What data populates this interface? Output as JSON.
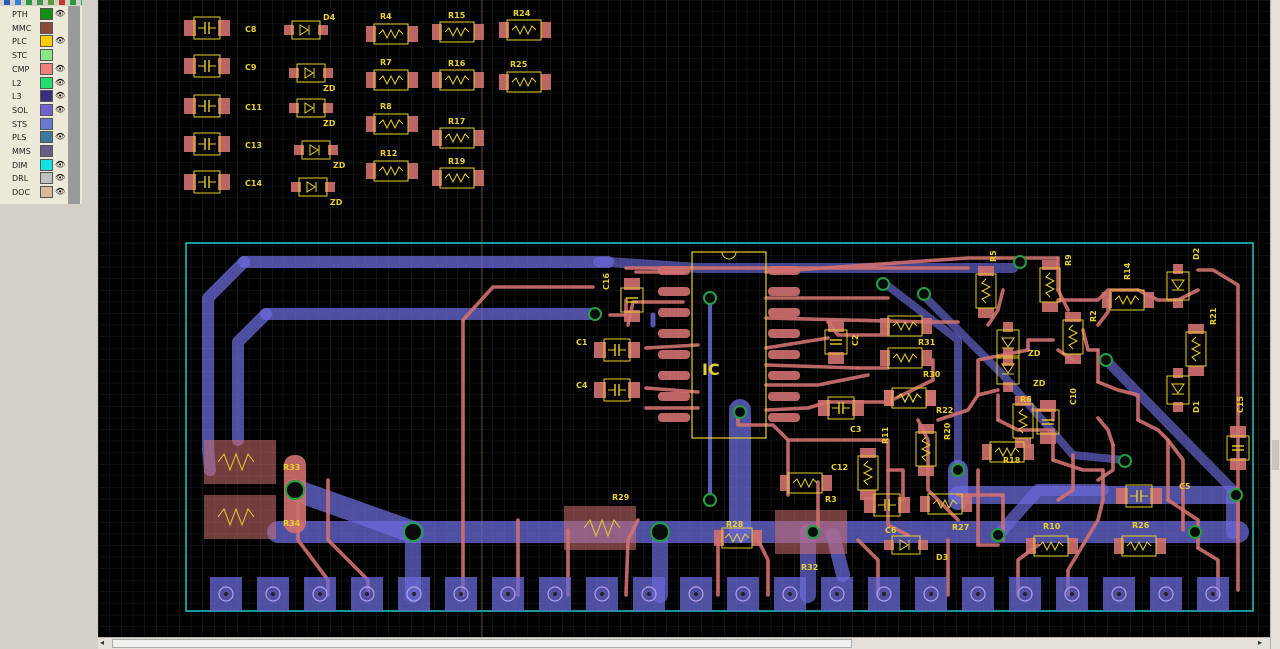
{
  "toolbar": {
    "icons": [
      {
        "name": "select-tool",
        "color": "#2c5fb3"
      },
      {
        "name": "layers-tool",
        "color": "#3a7bd5"
      },
      {
        "name": "check-tool",
        "color": "#2a9d3a"
      },
      {
        "name": "net-tool",
        "color": "#3a9a4a"
      },
      {
        "name": "route-tool",
        "color": "#5a9a3a"
      },
      {
        "name": "delete-tool",
        "color": "#c0392b"
      },
      {
        "name": "add-tool",
        "color": "#2a9d3a"
      },
      {
        "name": "ratsnest-tool",
        "color": "#27ae60"
      },
      {
        "name": "drc-tool",
        "color": "#c0392b"
      }
    ]
  },
  "layers": [
    {
      "name": "PTH",
      "color": "#109010",
      "visible": true
    },
    {
      "name": "MMC",
      "color": "#8b4a3a",
      "visible": false
    },
    {
      "name": "PLC",
      "color": "#ffcc00",
      "visible": true
    },
    {
      "name": "STC",
      "color": "#88e888",
      "visible": false
    },
    {
      "name": "CMP",
      "color": "#f08080",
      "visible": true
    },
    {
      "name": "L2",
      "color": "#20e070",
      "visible": true
    },
    {
      "name": "L3",
      "color": "#38307a",
      "visible": true
    },
    {
      "name": "SOL",
      "color": "#7060d0",
      "visible": true
    },
    {
      "name": "STS",
      "color": "#6a7ad0",
      "visible": false
    },
    {
      "name": "PLS",
      "color": "#3a7a9a",
      "visible": true
    },
    {
      "name": "MMS",
      "color": "#6a5a8a",
      "visible": false
    },
    {
      "name": "DIM",
      "color": "#10e0e0",
      "visible": true
    },
    {
      "name": "DRL",
      "color": "#c0c0c0",
      "visible": true
    },
    {
      "name": "DOC",
      "color": "#dab898",
      "visible": true
    }
  ],
  "colors": {
    "background": "#000000",
    "grid": "#383838",
    "board_outline": "#18c8c8",
    "top_copper": "#d07070",
    "bottom_copper": "#6a6ad8",
    "silkscreen": "#e8d02a",
    "via_ring": "#20a040"
  },
  "parts_bin": [
    {
      "ref": "C8",
      "kind": "cap"
    },
    {
      "ref": "C9",
      "kind": "cap"
    },
    {
      "ref": "C11",
      "kind": "cap"
    },
    {
      "ref": "C13",
      "kind": "cap"
    },
    {
      "ref": "C14",
      "kind": "cap"
    },
    {
      "ref": "D4",
      "kind": "diode"
    },
    {
      "ref": "ZD",
      "kind": "diode"
    },
    {
      "ref": "ZD",
      "kind": "diode"
    },
    {
      "ref": "ZD",
      "kind": "diode"
    },
    {
      "ref": "ZD",
      "kind": "diode"
    },
    {
      "ref": "R4",
      "kind": "res"
    },
    {
      "ref": "R7",
      "kind": "res"
    },
    {
      "ref": "R8",
      "kind": "res"
    },
    {
      "ref": "R12",
      "kind": "res"
    },
    {
      "ref": "R15",
      "kind": "res"
    },
    {
      "ref": "R16",
      "kind": "res"
    },
    {
      "ref": "R17",
      "kind": "res"
    },
    {
      "ref": "R19",
      "kind": "res"
    },
    {
      "ref": "R24",
      "kind": "res"
    },
    {
      "ref": "R25",
      "kind": "res"
    }
  ],
  "board_parts": [
    {
      "ref": "C16",
      "kind": "cap"
    },
    {
      "ref": "C1",
      "kind": "cap"
    },
    {
      "ref": "C4",
      "kind": "cap"
    },
    {
      "ref": "IC",
      "kind": "ic"
    },
    {
      "ref": "R33",
      "kind": "res"
    },
    {
      "ref": "R34",
      "kind": "res"
    },
    {
      "ref": "R29",
      "kind": "res"
    },
    {
      "ref": "R28",
      "kind": "res"
    },
    {
      "ref": "C2",
      "kind": "cap"
    },
    {
      "ref": "R31",
      "kind": "res"
    },
    {
      "ref": "R30",
      "kind": "res"
    },
    {
      "ref": "C3",
      "kind": "cap"
    },
    {
      "ref": "R11",
      "kind": "res"
    },
    {
      "ref": "R22",
      "kind": "res"
    },
    {
      "ref": "R20",
      "kind": "res"
    },
    {
      "ref": "C12",
      "kind": "cap"
    },
    {
      "ref": "R3",
      "kind": "res"
    },
    {
      "ref": "C6",
      "kind": "cap"
    },
    {
      "ref": "R27",
      "kind": "res"
    },
    {
      "ref": "D3",
      "kind": "diode"
    },
    {
      "ref": "R32",
      "kind": "res"
    },
    {
      "ref": "R5",
      "kind": "res"
    },
    {
      "ref": "R9",
      "kind": "res"
    },
    {
      "ref": "R14",
      "kind": "res"
    },
    {
      "ref": "R2",
      "kind": "res"
    },
    {
      "ref": "D2",
      "kind": "diode"
    },
    {
      "ref": "R21",
      "kind": "res"
    },
    {
      "ref": "ZD",
      "kind": "diode"
    },
    {
      "ref": "ZD",
      "kind": "diode"
    },
    {
      "ref": "R6",
      "kind": "res"
    },
    {
      "ref": "C10",
      "kind": "cap"
    },
    {
      "ref": "D1",
      "kind": "diode"
    },
    {
      "ref": "C15",
      "kind": "cap"
    },
    {
      "ref": "R18",
      "kind": "res"
    },
    {
      "ref": "C5",
      "kind": "cap"
    },
    {
      "ref": "R10",
      "kind": "res"
    },
    {
      "ref": "R26",
      "kind": "res"
    }
  ],
  "connector_pin_count": 22
}
